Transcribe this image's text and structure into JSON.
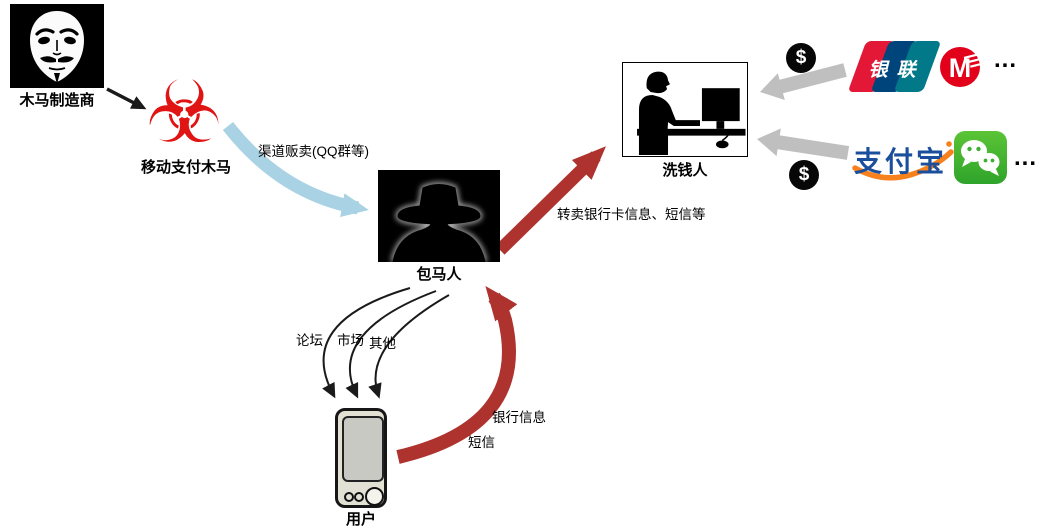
{
  "nodes": {
    "trojan_maker": {
      "label": "木马制造商"
    },
    "mobile_trojan": {
      "label": "移动支付木马",
      "glyph": "☣"
    },
    "packer": {
      "label": "包马人"
    },
    "launderer": {
      "label": "洗钱人"
    },
    "user": {
      "label": "用户"
    }
  },
  "edges": {
    "channel_sale": {
      "label": "渠道贩卖(QQ群等)"
    },
    "resell": {
      "label": "转卖银行卡信息、短信等"
    },
    "distribution": [
      {
        "label": "论坛"
      },
      {
        "label": "市场"
      },
      {
        "label": "其他"
      }
    ],
    "bank_info": {
      "label": "银行信息"
    },
    "sms": {
      "label": "短信"
    }
  },
  "brands": {
    "unionpay_label": "银联",
    "alipay_label": "支付宝",
    "cmb_letter": "M",
    "more_top": "...",
    "more_bottom": "...",
    "dollar": "$"
  },
  "colors": {
    "arrow_red": "#AE332E",
    "arrow_blue": "#A9D2E4",
    "arrow_gray": "#BFBFBF",
    "unionpay_red": "#E21836",
    "unionpay_blue": "#00447C",
    "unionpay_teal": "#017988",
    "cmb_red": "#E2001A",
    "alipay_blue": "#1B4E9B",
    "alipay_orange": "#F7811C",
    "wechat_green": "#43B32F"
  }
}
